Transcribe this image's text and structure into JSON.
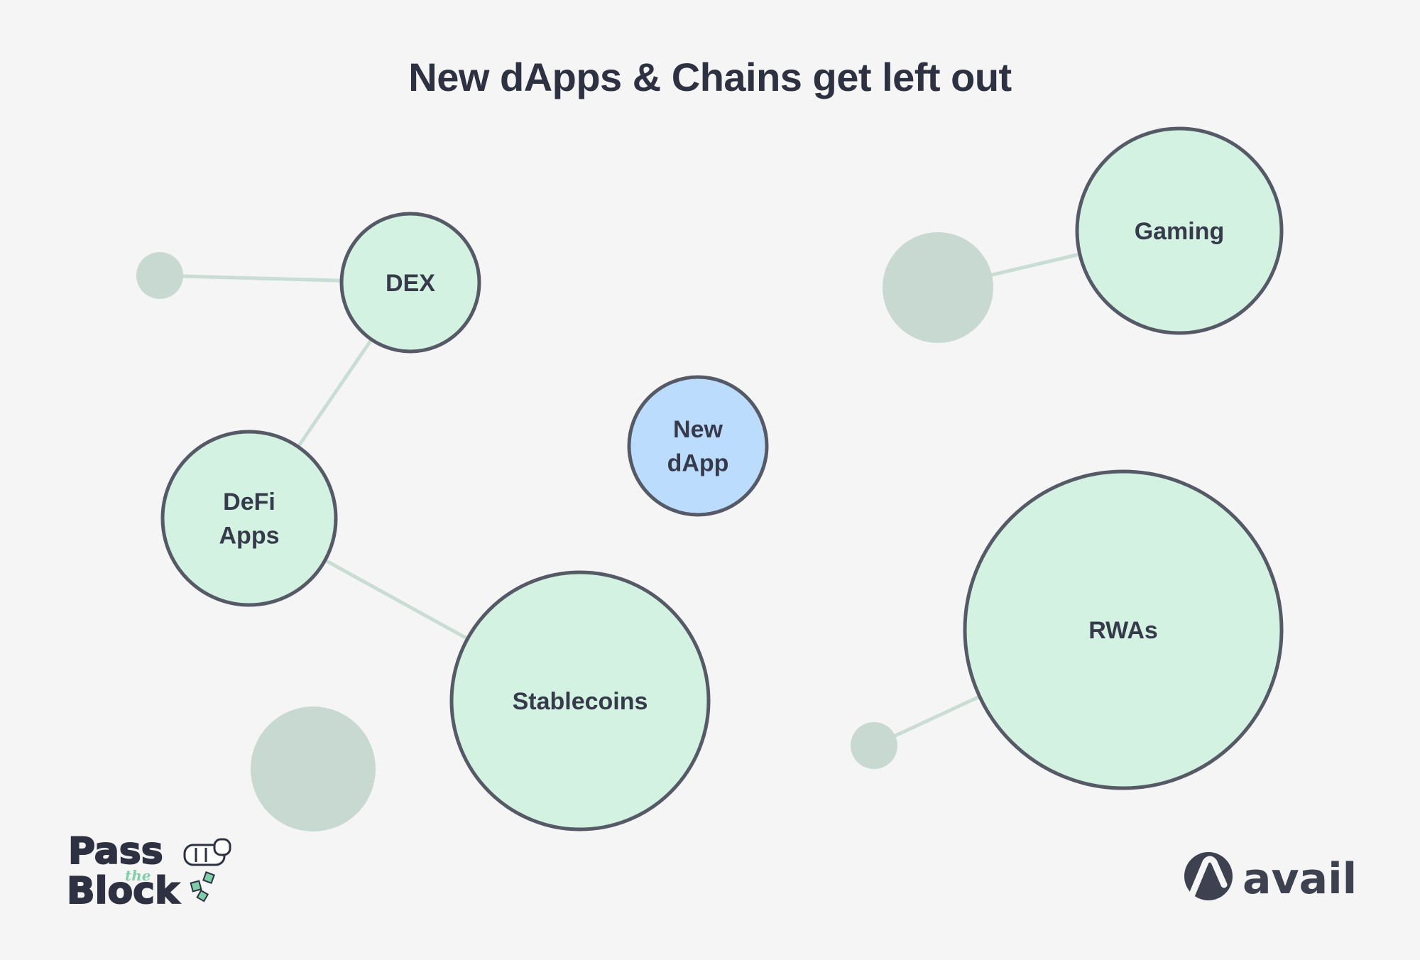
{
  "title": "New dApps & Chains get left out",
  "colors": {
    "background": "#f5f5f5",
    "node_fill": "#d3f2e2",
    "node_stroke": "#565a66",
    "highlight_fill": "#bcdcfd",
    "ghost_fill": "#c7d9d1",
    "edge": "#c9ddd5",
    "text": "#363a4a",
    "brand_dark": "#2d3141",
    "brand_accent": "#7fcfa8"
  },
  "nodes": [
    {
      "id": "dex",
      "lines": [
        "DEX"
      ]
    },
    {
      "id": "defi-apps",
      "lines": [
        "DeFi",
        "Apps"
      ]
    },
    {
      "id": "stablecoins",
      "lines": [
        "Stablecoins"
      ]
    },
    {
      "id": "new-dapp",
      "lines": [
        "New",
        "dApp"
      ],
      "highlight": true
    },
    {
      "id": "gaming",
      "lines": [
        "Gaming"
      ]
    },
    {
      "id": "rwas",
      "lines": [
        "RWAs"
      ]
    }
  ],
  "ghost_nodes": [
    "ghost-1",
    "ghost-2",
    "ghost-3",
    "ghost-4"
  ],
  "edges": [
    {
      "from": "ghost-1",
      "to": "dex"
    },
    {
      "from": "dex",
      "to": "defi-apps"
    },
    {
      "from": "defi-apps",
      "to": "stablecoins"
    },
    {
      "from": "ghost-2",
      "to": "gaming"
    },
    {
      "from": "ghost-4",
      "to": "rwas"
    }
  ],
  "brands": {
    "left": {
      "line1": "Pass",
      "line2": "the",
      "line3": "Block"
    },
    "right": {
      "name": "avail",
      "icon": "avail-logo-icon"
    }
  }
}
